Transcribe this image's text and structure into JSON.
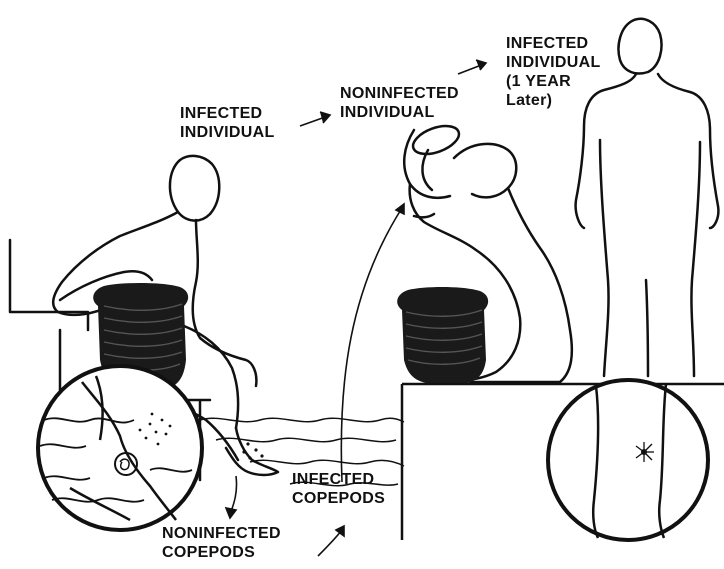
{
  "labels": {
    "infected_individual": [
      "INFECTED",
      "INDIVIDUAL"
    ],
    "noninfected_individual": [
      "NONINFECTED",
      "INDIVIDUAL"
    ],
    "infected_individual_later": [
      "INFECTED",
      "INDIVIDUAL",
      "(1 YEAR",
      "Later)"
    ],
    "infected_copepods": [
      "INFECTED",
      "COPEPODS"
    ],
    "noninfected_copepods": [
      "NONINFECTED",
      "COPEPODS"
    ]
  },
  "colors": {
    "ink": "#111111",
    "background": "#ffffff",
    "jar": "#1a1a1a"
  }
}
